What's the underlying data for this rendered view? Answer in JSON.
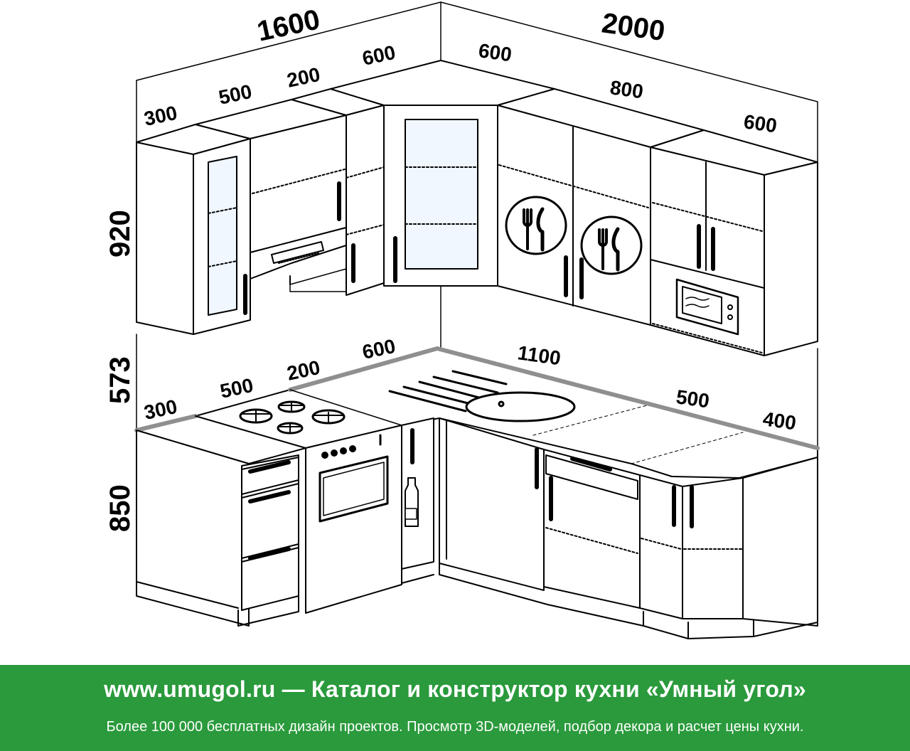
{
  "dimensions": {
    "total_left": "1600",
    "total_right": "2000",
    "upper": {
      "w300": "300",
      "w500": "500",
      "w200": "200",
      "w600_corner": "600",
      "w600_right": "600",
      "w800": "800",
      "w600_end": "600"
    },
    "lower": {
      "w300": "300",
      "w500": "500",
      "w200": "200",
      "w600": "600",
      "w1100": "1100",
      "w400": "400"
    },
    "heights": {
      "upper": "920",
      "gap": "573",
      "lower": "850"
    }
  },
  "banner": {
    "title": "www.umugol.ru — Каталог и конструктор кухни «Умный угол»",
    "subtitle": "Более 100 000 бесплатных дизайн проектов. Просмотр 3D-моделей, подбор декора и расчет цены кухни."
  },
  "colors": {
    "banner_bg": "#2a9a3c",
    "line": "#000000",
    "glass": "#f0f7ff",
    "countertop_edge": "#8f8f8f"
  }
}
